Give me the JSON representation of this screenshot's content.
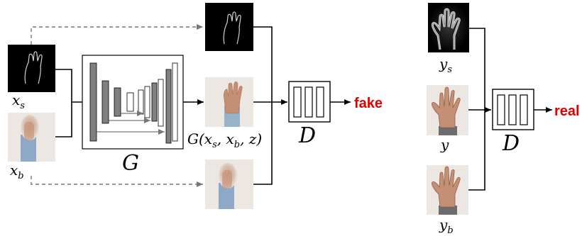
{
  "colors": {
    "output_label": "#e00000",
    "generator_block_dark": "#808080",
    "sketch_bg": "#000000",
    "photo_bg": "#ece7e2",
    "skin": "#c79a80"
  },
  "generator_branch": {
    "input_sketch_label_base": "x",
    "input_sketch_label_sub": "s",
    "input_background_label_base": "x",
    "input_background_label_sub": "b",
    "generator_label": "G",
    "generated_label": "G(x",
    "generated_sub1": "s",
    "generated_mid": ", x",
    "generated_sub2": "b",
    "generated_tail": ", z)",
    "discriminator_label": "D",
    "output_label": "fake"
  },
  "real_branch": {
    "sketch_label_base": "y",
    "sketch_label_sub": "s",
    "real_label": "y",
    "background_label_base": "y",
    "background_label_sub": "b",
    "discriminator_label": "D",
    "output_label": "real"
  }
}
